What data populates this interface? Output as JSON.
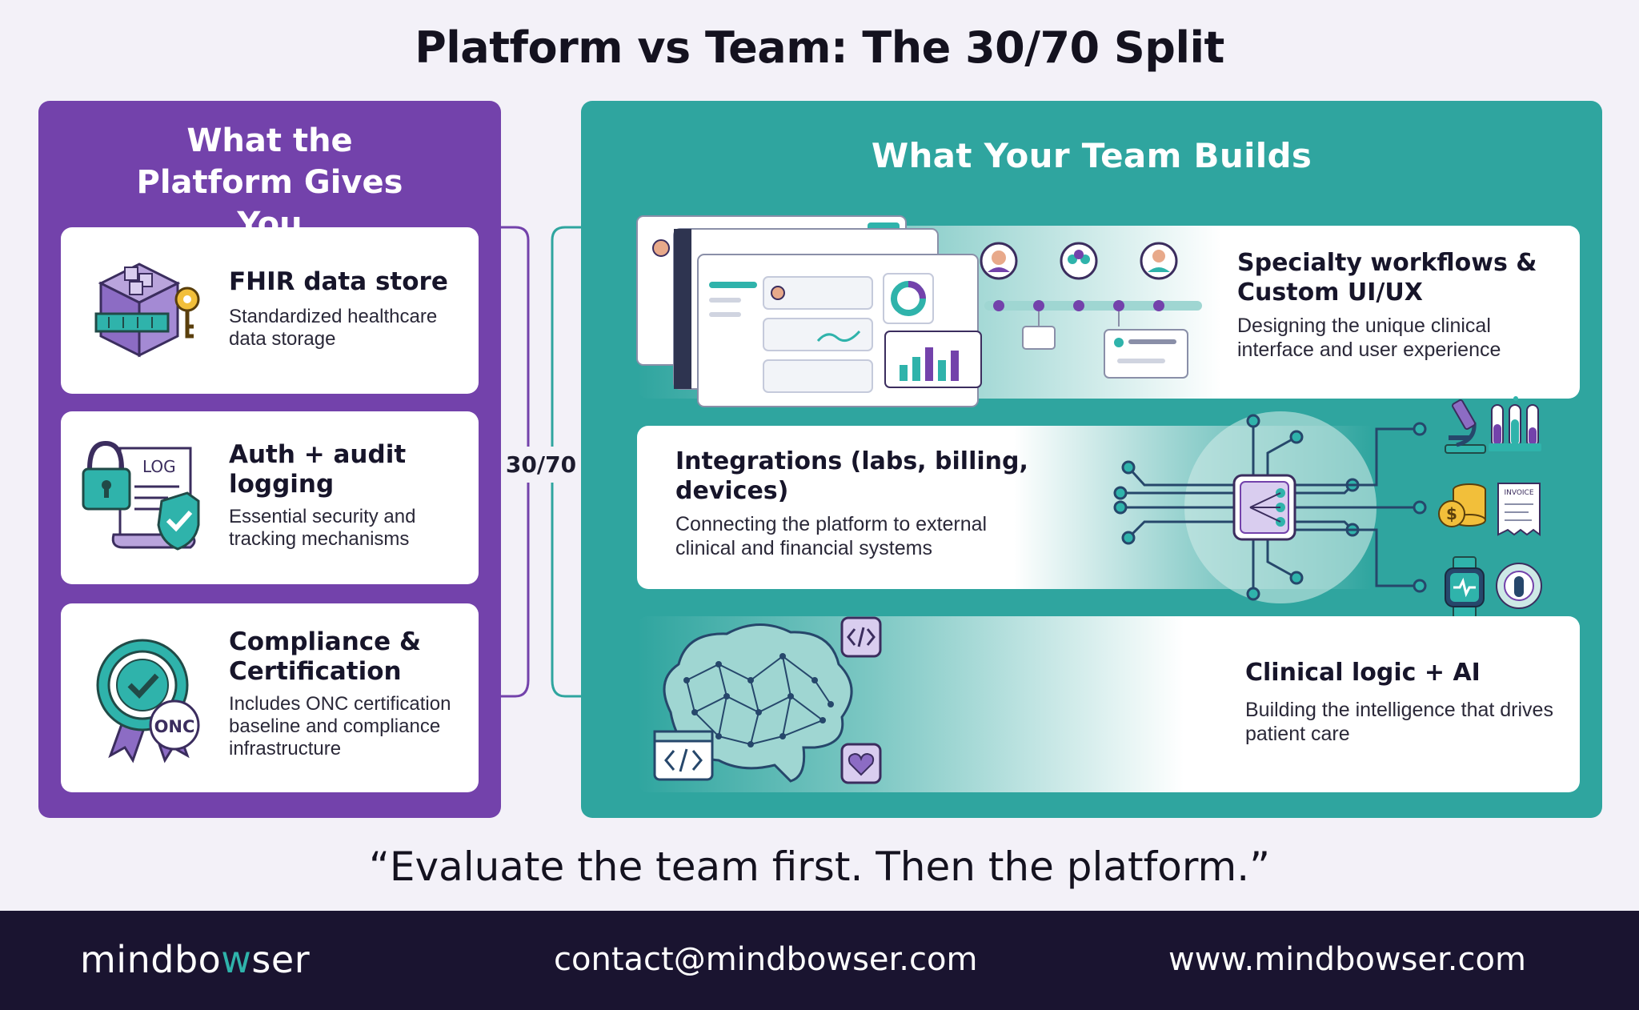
{
  "title": "Platform vs Team: The 30/70 Split",
  "platform": {
    "heading": "What the Platform Gives You",
    "items": [
      {
        "title": "FHIR data store",
        "description": "Standardized healthcare data storage"
      },
      {
        "title": "Auth + audit logging",
        "description": "Essential security and tracking mechanisms",
        "icon_text": "LOG"
      },
      {
        "title": "Compliance & Certification",
        "description": "Includes ONC certification baseline and compliance infrastructure",
        "icon_text": "ONC"
      }
    ]
  },
  "split_label": "30/70",
  "team": {
    "heading": "What Your Team Builds",
    "items": [
      {
        "title": "Specialty workflows & Custom UI/UX",
        "description": "Designing the unique clinical interface and user experience"
      },
      {
        "title": "Integrations (labs, billing, devices)",
        "description": "Connecting the platform to external clinical and financial systems",
        "invoice_text": "INVOICE"
      },
      {
        "title": "Clinical logic + AI",
        "description": "Building the intelligence that drives patient care"
      }
    ]
  },
  "quote": "“Evaluate the team first. Then the platform.”",
  "footer": {
    "brand_prefix": "mindbo",
    "brand_accent": "w",
    "brand_suffix": "ser",
    "email": "contact@mindbowser.com",
    "website": "www.mindbowser.com"
  },
  "colors": {
    "purple": "#7342ab",
    "teal": "#2fa59f",
    "footer": "#1a1430",
    "accent": "#2fb3ab"
  },
  "icons": [
    "database-cube-key-icon",
    "log-lock-shield-icon",
    "onc-badge-icon",
    "dashboard-mockup-icon",
    "user-flow-icon",
    "circuit-hub-icon",
    "microscope-icon",
    "test-tubes-icon",
    "coins-icon",
    "invoice-icon",
    "smartwatch-icon",
    "sensor-icon",
    "brain-network-icon",
    "code-icon",
    "heart-icon"
  ]
}
